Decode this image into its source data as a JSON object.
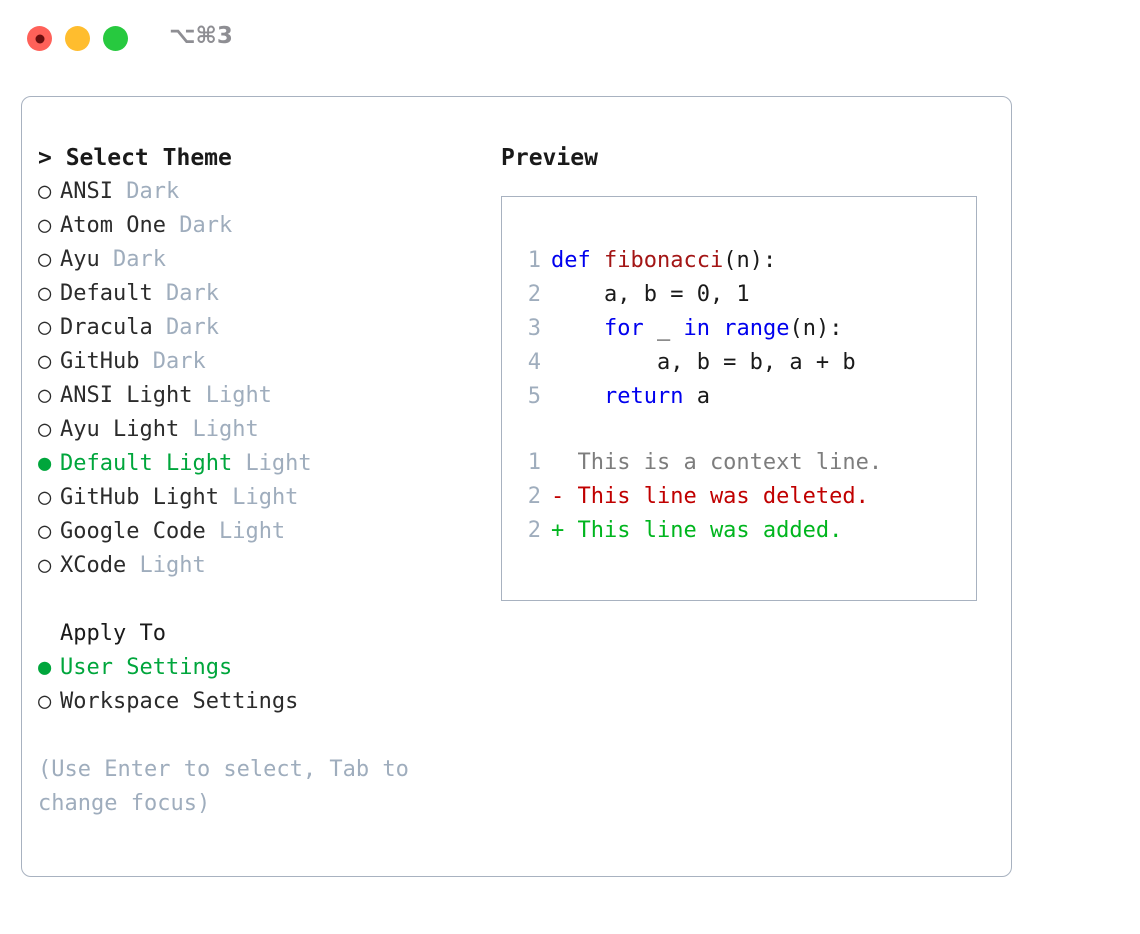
{
  "window": {
    "shortcut_title": "⌥⌘3",
    "traffic_lights": [
      {
        "name": "close",
        "color": "#ff6159"
      },
      {
        "name": "minimize",
        "color": "#ffbd2e"
      },
      {
        "name": "maximize",
        "color": "#27c93f"
      }
    ],
    "panel_border_color": "#a8b2c0"
  },
  "theme_picker": {
    "heading": "> Select Theme",
    "bullet_selected": "●",
    "bullet_unselected": "○",
    "selected_color": "#00a63c",
    "tag_color": "#9fadbd",
    "items": [
      {
        "label": "ANSI",
        "tag": "Dark",
        "selected": false
      },
      {
        "label": "Atom One",
        "tag": "Dark",
        "selected": false
      },
      {
        "label": "Ayu",
        "tag": "Dark",
        "selected": false
      },
      {
        "label": "Default",
        "tag": "Dark",
        "selected": false
      },
      {
        "label": "Dracula",
        "tag": "Dark",
        "selected": false
      },
      {
        "label": "GitHub",
        "tag": "Dark",
        "selected": false
      },
      {
        "label": "ANSI Light",
        "tag": "Light",
        "selected": false
      },
      {
        "label": "Ayu Light",
        "tag": "Light",
        "selected": false
      },
      {
        "label": "Default Light",
        "tag": "Light",
        "selected": true
      },
      {
        "label": "GitHub Light",
        "tag": "Light",
        "selected": false
      },
      {
        "label": "Google Code",
        "tag": "Light",
        "selected": false
      },
      {
        "label": "XCode",
        "tag": "Light",
        "selected": false
      }
    ]
  },
  "apply_to": {
    "heading": "Apply To",
    "items": [
      {
        "label": "User Settings",
        "selected": true
      },
      {
        "label": "Workspace Settings",
        "selected": false
      }
    ]
  },
  "hint": {
    "text": "(Use Enter to select, Tab to change focus)"
  },
  "preview": {
    "heading": "Preview",
    "code_lines": [
      {
        "lineno": "1",
        "tokens": [
          {
            "text": "def ",
            "style": "kw"
          },
          {
            "text": "fibonacci",
            "style": "fn"
          },
          {
            "text": "(n):",
            "style": "pl"
          }
        ]
      },
      {
        "lineno": "2",
        "tokens": [
          {
            "text": "    a, b = 0, 1",
            "style": "pl"
          }
        ]
      },
      {
        "lineno": "3",
        "tokens": [
          {
            "text": "    ",
            "style": "pl"
          },
          {
            "text": "for",
            "style": "kw"
          },
          {
            "text": " _ ",
            "style": "pl"
          },
          {
            "text": "in range",
            "style": "kw"
          },
          {
            "text": "(n):",
            "style": "pl"
          }
        ]
      },
      {
        "lineno": "4",
        "tokens": [
          {
            "text": "        a, b = b, a + b",
            "style": "pl"
          }
        ]
      },
      {
        "lineno": "5",
        "tokens": [
          {
            "text": "    ",
            "style": "pl"
          },
          {
            "text": "return",
            "style": "kw"
          },
          {
            "text": " a",
            "style": "pl"
          }
        ]
      }
    ],
    "diff_lines": [
      {
        "lineno": "1",
        "marker": " ",
        "text": "  This is a context line.",
        "style": "ctx"
      },
      {
        "lineno": "2",
        "marker": "-",
        "text": "- This line was deleted.",
        "style": "del"
      },
      {
        "lineno": "2",
        "marker": "+",
        "text": "+ This line was added.",
        "style": "add"
      }
    ],
    "colors": {
      "keyword": "#0000ee",
      "function": "#a31515",
      "plain": "#1a1a1a",
      "lineno": "#9fadbd",
      "context": "#7d7d7d",
      "deleted": "#c00000",
      "added": "#00b51e"
    }
  }
}
